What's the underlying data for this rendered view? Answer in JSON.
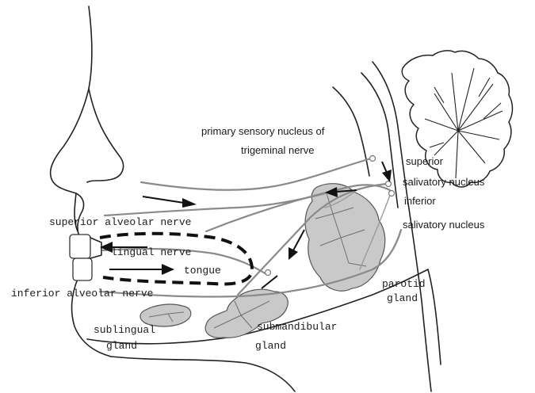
{
  "labels": {
    "primary_sensory_nucleus": "primary sensory nucleus of",
    "trigeminal_nerve": "trigeminal nerve",
    "superior_1": "superior",
    "salivatory_nucleus_1": "salivatory nucleus",
    "inferior_1": "inferior",
    "salivatory_nucleus_2": "salivatory nucleus",
    "superior_alveolar_nerve": "superior alveolar nerve",
    "lingual_nerve": "lingual nerve",
    "tongue": "tongue",
    "inferior_alveolar_nerve": "inferior alveolar nerve",
    "parotid_1": "parotid",
    "parotid_2": "gland",
    "sublingual_1": "sublingual",
    "sublingual_2": "gland",
    "submandibular_1": "submandibular",
    "submandibular_2": "gland"
  },
  "colors": {
    "gland_fill": "#c9c9c9",
    "nerve": "#8a8a8a",
    "outline": "#222222"
  }
}
